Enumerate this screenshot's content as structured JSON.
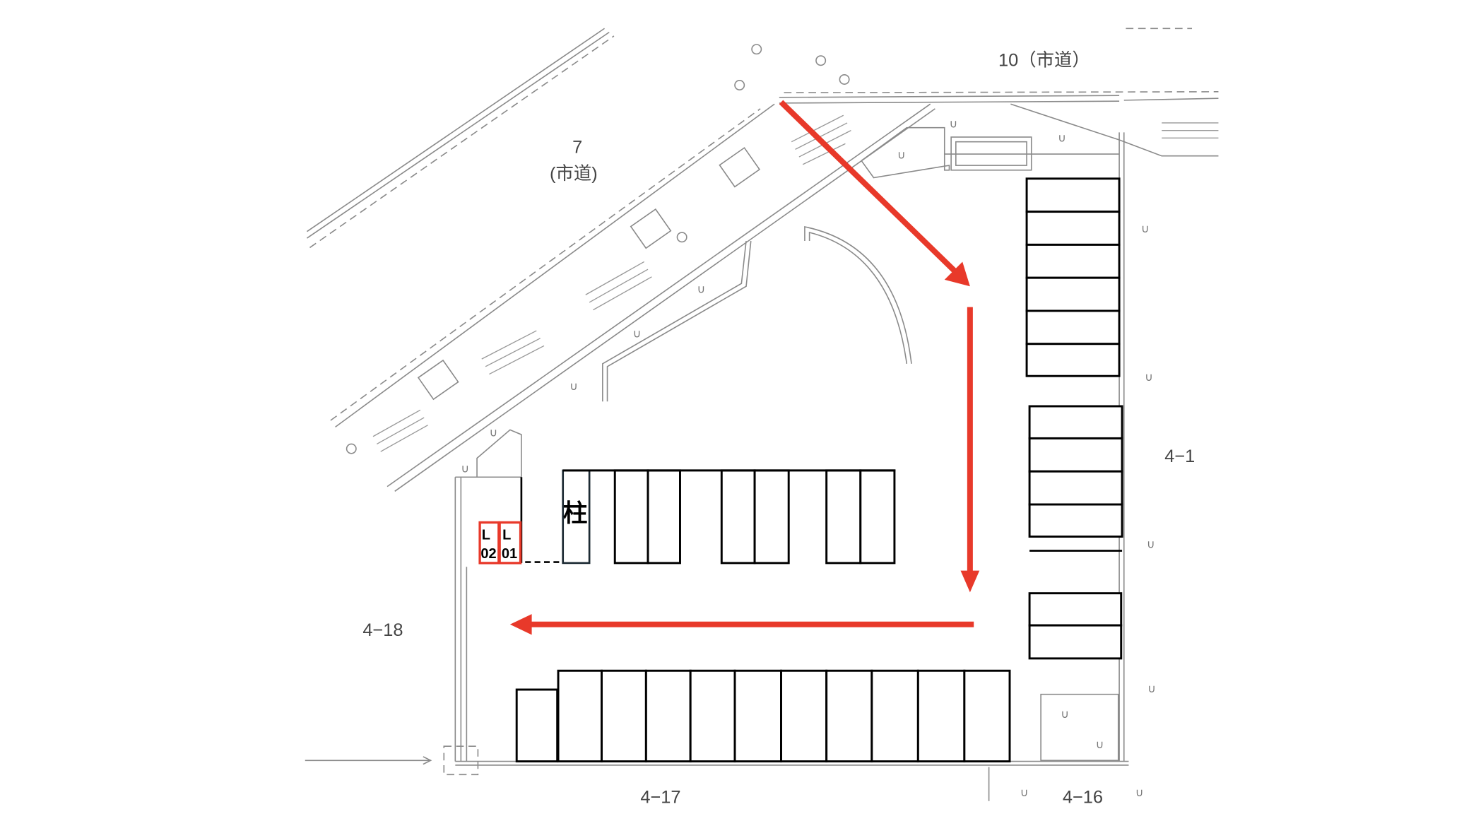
{
  "labels": {
    "road_7_number": "7",
    "road_7_type": "(市道)",
    "road_10": "10（市道）",
    "lot_4_1": "4−1",
    "lot_4_18": "4−18",
    "lot_4_17": "4−17",
    "lot_4_16": "4−16",
    "pillar": "柱"
  },
  "spaces": [
    {
      "prefix": "L",
      "number": "02"
    },
    {
      "prefix": "L",
      "number": "01"
    }
  ],
  "colors": {
    "arrow": "#e8392a",
    "highlight_space": "#e8392a",
    "stall": "#000000"
  }
}
